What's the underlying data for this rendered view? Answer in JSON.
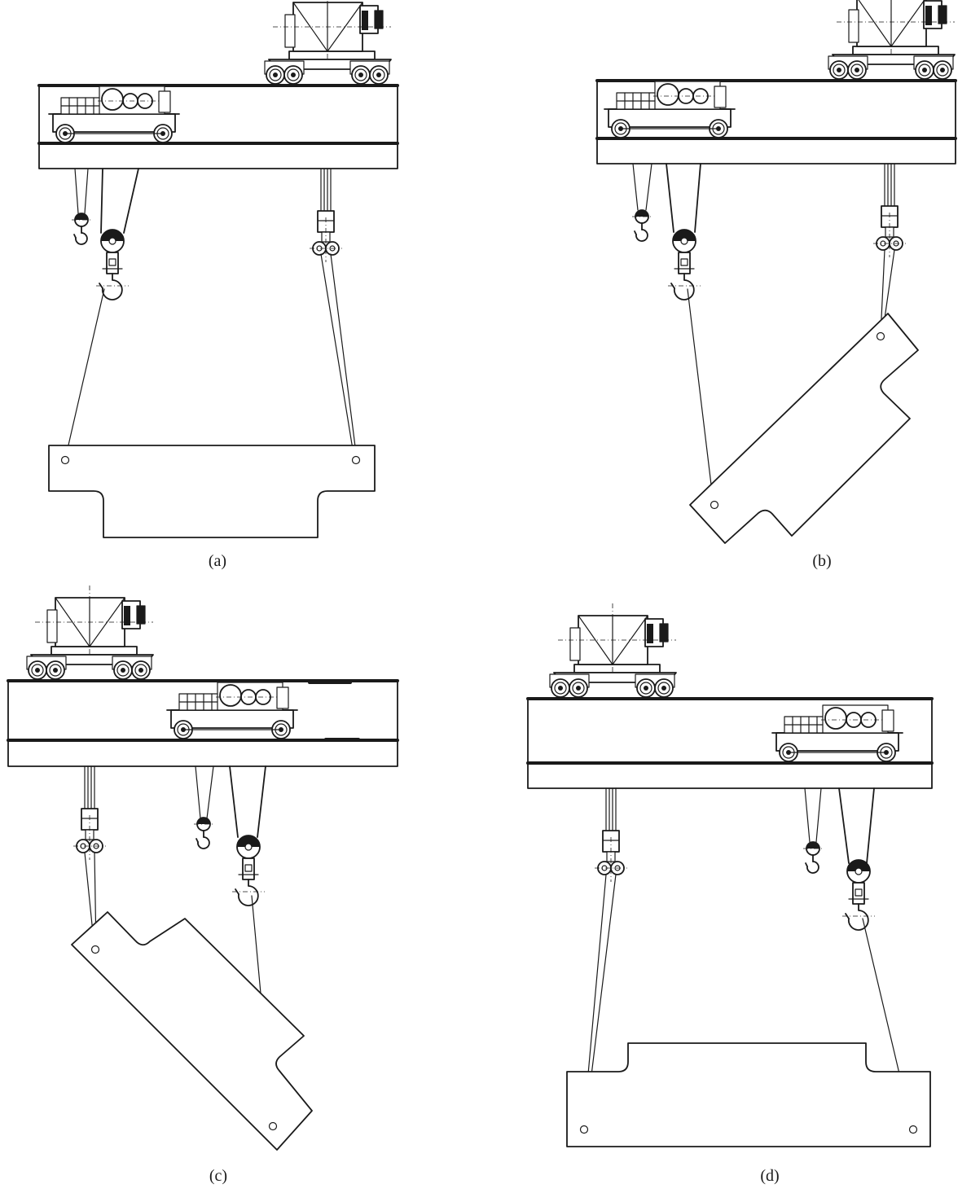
{
  "panels": [
    {
      "id": "a",
      "caption": "(a)"
    },
    {
      "id": "b",
      "caption": "(b)"
    },
    {
      "id": "c",
      "caption": "(c)"
    },
    {
      "id": "d",
      "caption": "(d)"
    }
  ],
  "colors": {
    "line": "#1a1a1a",
    "background": "#ffffff"
  },
  "icons": [
    "overhead-crane-girder",
    "upper-trolley",
    "lower-trolley",
    "main-hook",
    "auxiliary-hook",
    "double-hook-block",
    "lifted-plate-load",
    "sling-rope"
  ]
}
